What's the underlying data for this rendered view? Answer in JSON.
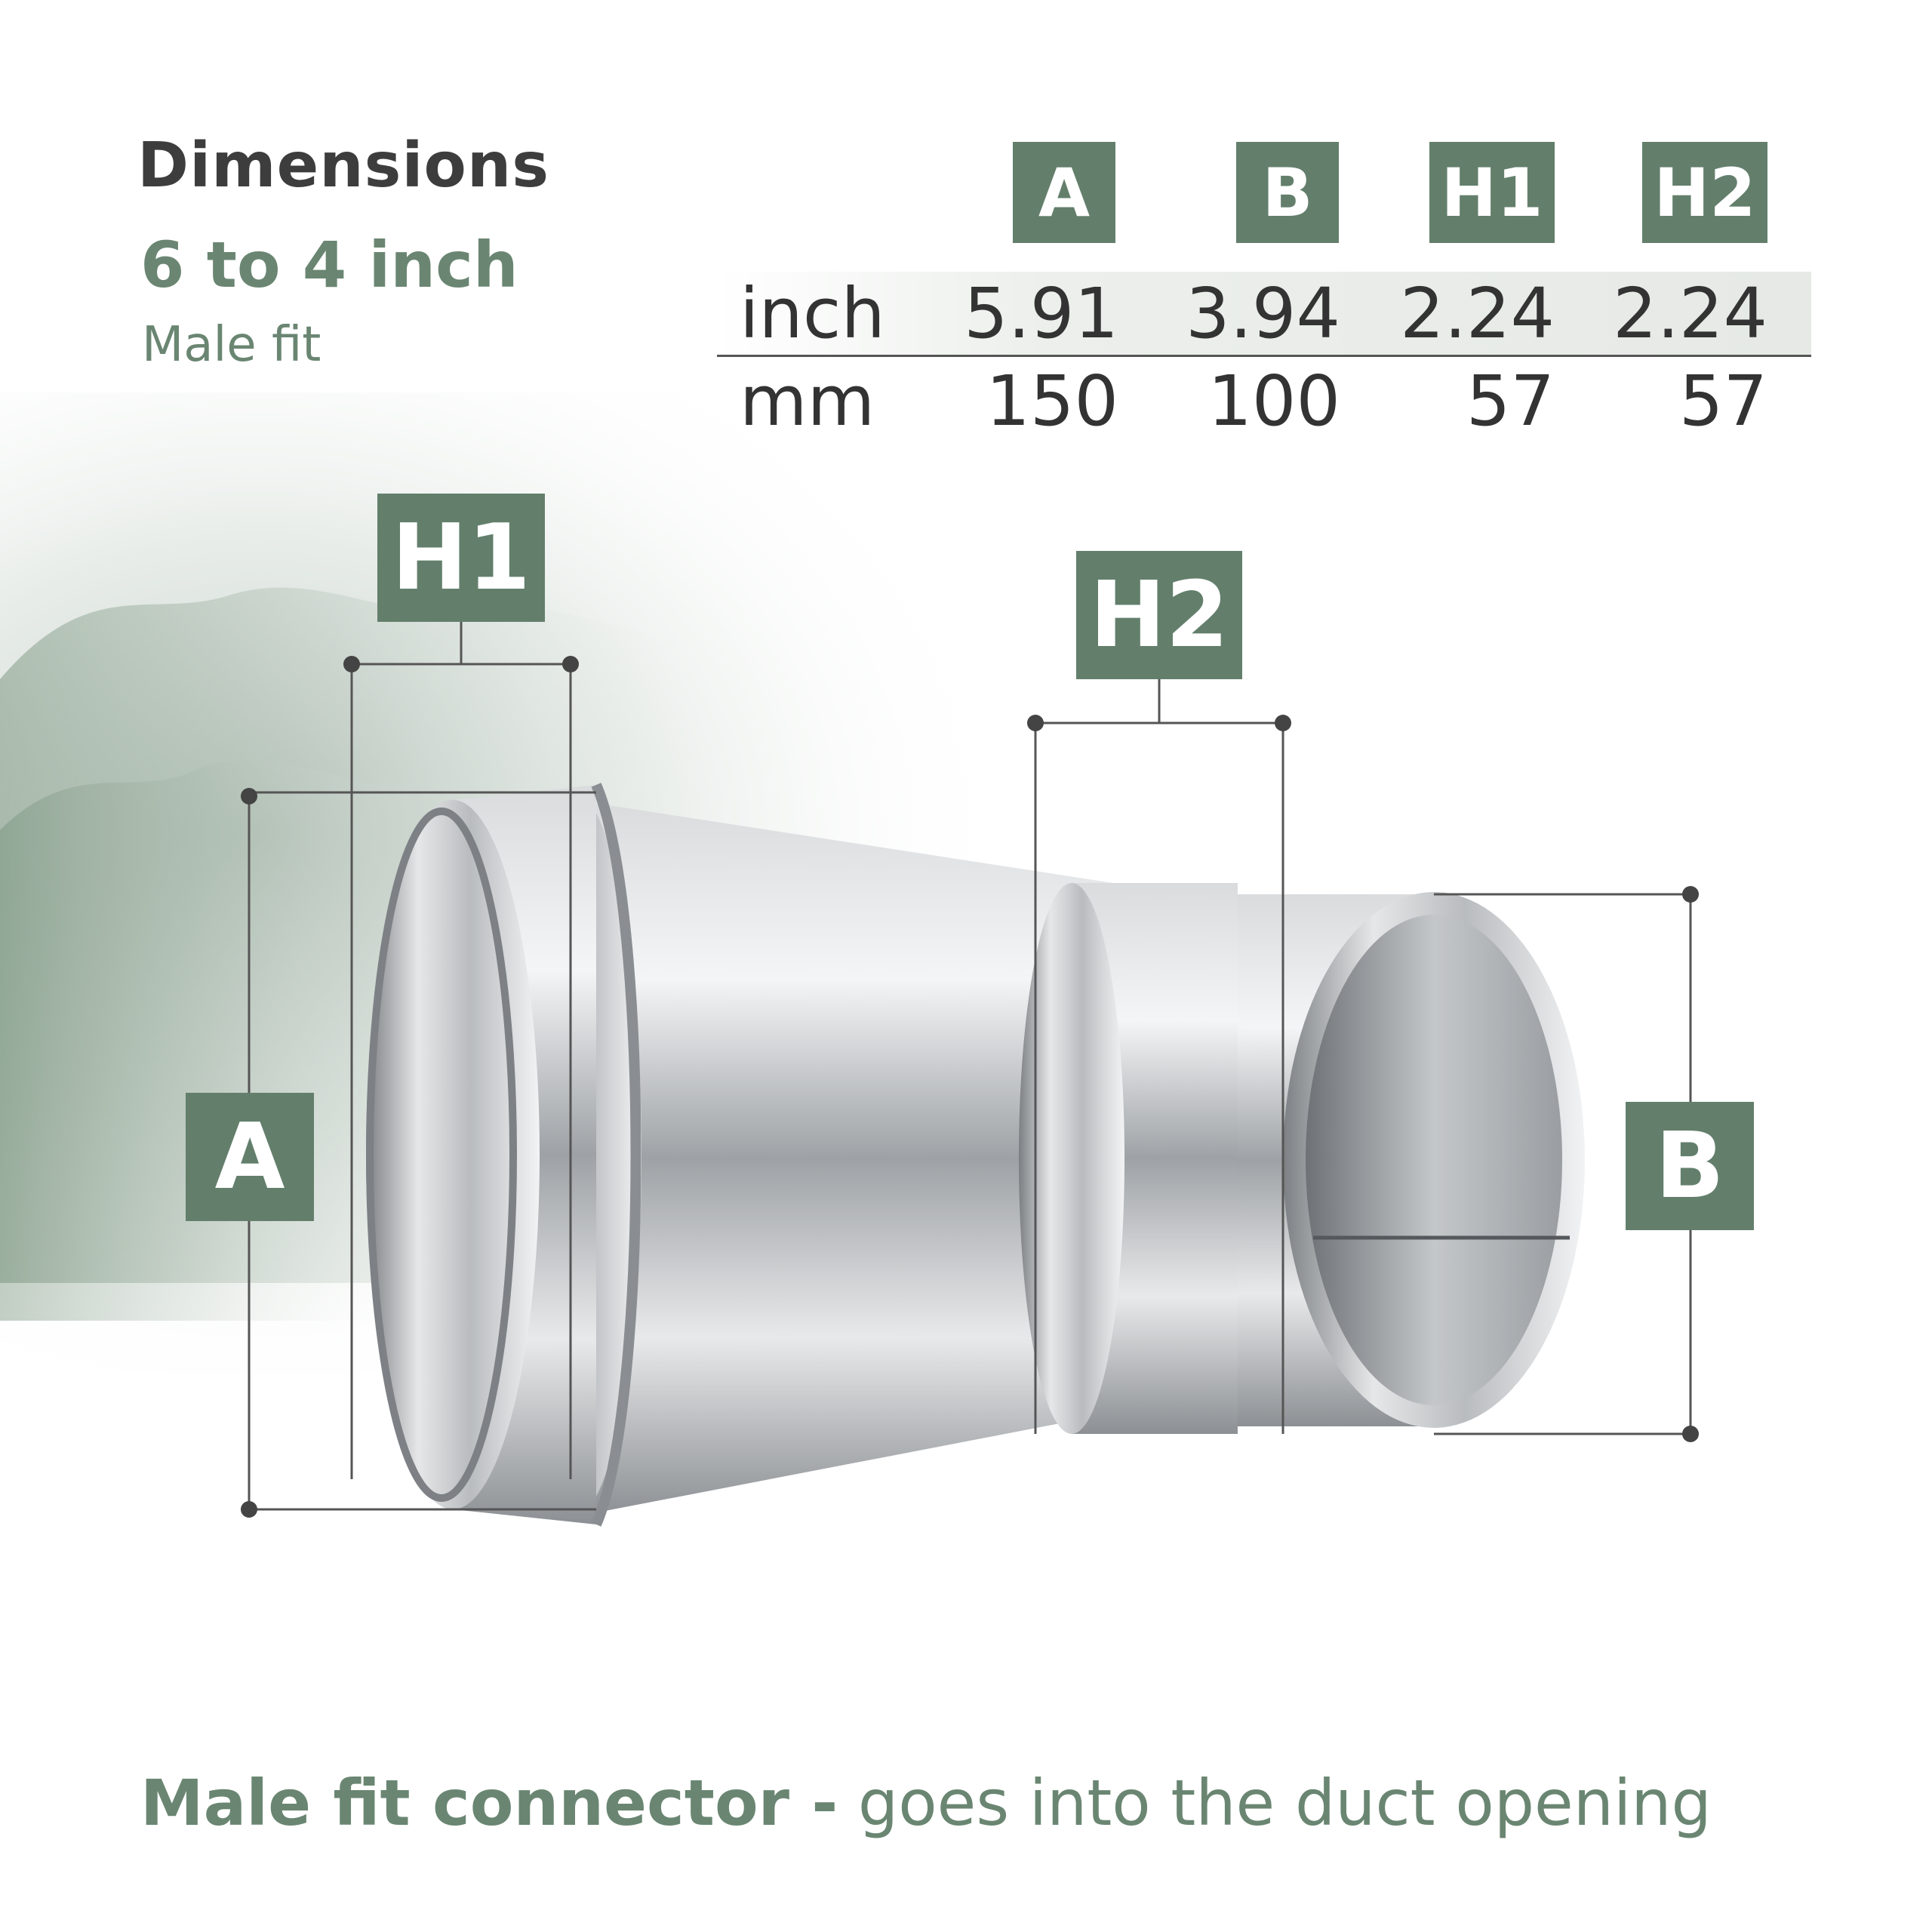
{
  "heading": {
    "title": "Dimensions",
    "size": "6 to 4 inch",
    "fit": "Male fit"
  },
  "table": {
    "columns": [
      "A",
      "B",
      "H1",
      "H2"
    ],
    "rows": [
      {
        "unit": "inch",
        "values": [
          "5.91",
          "3.94",
          "2.24",
          "2.24"
        ]
      },
      {
        "unit": "mm",
        "values": [
          "150",
          "100",
          "57",
          "57"
        ]
      }
    ]
  },
  "labels": {
    "a": "A",
    "b": "B",
    "h1": "H1",
    "h2": "H2"
  },
  "footer": {
    "bold": "Male fit connector -",
    "rest": " goes into the duct opening"
  },
  "colors": {
    "accent": "#637f6c",
    "text": "#3d3d3d",
    "green_text": "#6a8672"
  }
}
